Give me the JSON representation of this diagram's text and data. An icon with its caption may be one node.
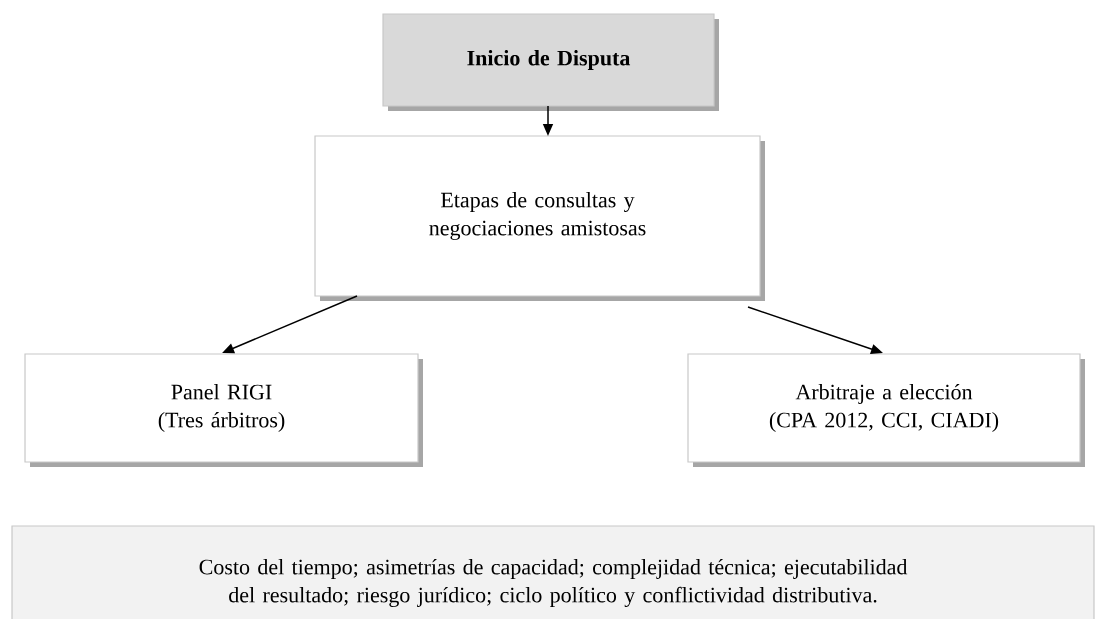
{
  "diagram": {
    "nodes": [
      {
        "text": [
          "Inicio de Disputa"
        ]
      },
      {
        "text": [
          "Etapas de consultas y negociaciones amistosas"
        ]
      },
      {
        "text": [
          "Panel RIGI (Tres árbitros)"
        ]
      },
      {
        "text": [
          "Arbitraje a elección (CPA 2012, CCI, CIADI)"
        ]
      },
      {
        "text": [
          "Costo del tiempo; asimetrías de capacidad; complejidad técnica; ejecutabilidad del resultado; riesgo jurídico; ciclo político y conflictividad distributiva."
        ]
      }
    ],
    "edges": [
      {
        "from": 0,
        "to": 1,
        "arrow": "to"
      },
      {
        "from": 1,
        "to": 2,
        "arrow": "to"
      },
      {
        "from": 1,
        "to": 3,
        "arrow": "to"
      }
    ]
  }
}
